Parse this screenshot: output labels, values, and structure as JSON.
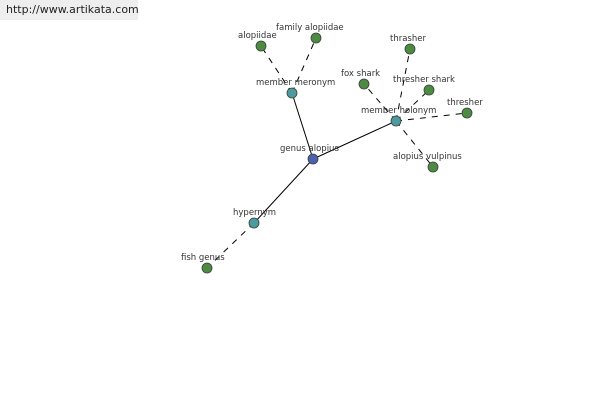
{
  "site": {
    "url": "http://www.artikata.com"
  },
  "graph": {
    "colors": {
      "center": "#4f5fb0",
      "relation": "#4f9aa0",
      "leaf": "#4f8a45",
      "edge": "#000000",
      "node_stroke": "#334433"
    },
    "nodes": [
      {
        "id": "genus-alopius",
        "label": "genus alopius",
        "kind": "center"
      },
      {
        "id": "member-meronym",
        "label": "member meronym",
        "kind": "relation"
      },
      {
        "id": "member-holonym",
        "label": "member holonym",
        "kind": "relation"
      },
      {
        "id": "hypernym",
        "label": "hypernym",
        "kind": "relation"
      },
      {
        "id": "alopiidae",
        "label": "alopiidae",
        "kind": "leaf"
      },
      {
        "id": "family-alopiidae",
        "label": "family alopiidae",
        "kind": "leaf"
      },
      {
        "id": "thrasher",
        "label": "thrasher",
        "kind": "leaf"
      },
      {
        "id": "fox-shark",
        "label": "fox shark",
        "kind": "leaf"
      },
      {
        "id": "thresher-shark",
        "label": "thresher shark",
        "kind": "leaf"
      },
      {
        "id": "thresher",
        "label": "thresher",
        "kind": "leaf"
      },
      {
        "id": "alopius-vulpinus",
        "label": "alopius vulpinus",
        "kind": "leaf"
      },
      {
        "id": "fish-genus",
        "label": "fish genus",
        "kind": "leaf"
      }
    ],
    "edges": [
      {
        "from": "genus-alopius",
        "to": "member-meronym",
        "style": "solid"
      },
      {
        "from": "genus-alopius",
        "to": "member-holonym",
        "style": "solid"
      },
      {
        "from": "genus-alopius",
        "to": "hypernym",
        "style": "solid"
      },
      {
        "from": "member-meronym",
        "to": "alopiidae",
        "style": "dashed"
      },
      {
        "from": "member-meronym",
        "to": "family-alopiidae",
        "style": "dashed"
      },
      {
        "from": "member-holonym",
        "to": "thrasher",
        "style": "dashed"
      },
      {
        "from": "member-holonym",
        "to": "fox-shark",
        "style": "dashed"
      },
      {
        "from": "member-holonym",
        "to": "thresher-shark",
        "style": "dashed"
      },
      {
        "from": "member-holonym",
        "to": "thresher",
        "style": "dashed"
      },
      {
        "from": "member-holonym",
        "to": "alopius-vulpinus",
        "style": "dashed"
      },
      {
        "from": "hypernym",
        "to": "fish-genus",
        "style": "dashed"
      }
    ]
  }
}
